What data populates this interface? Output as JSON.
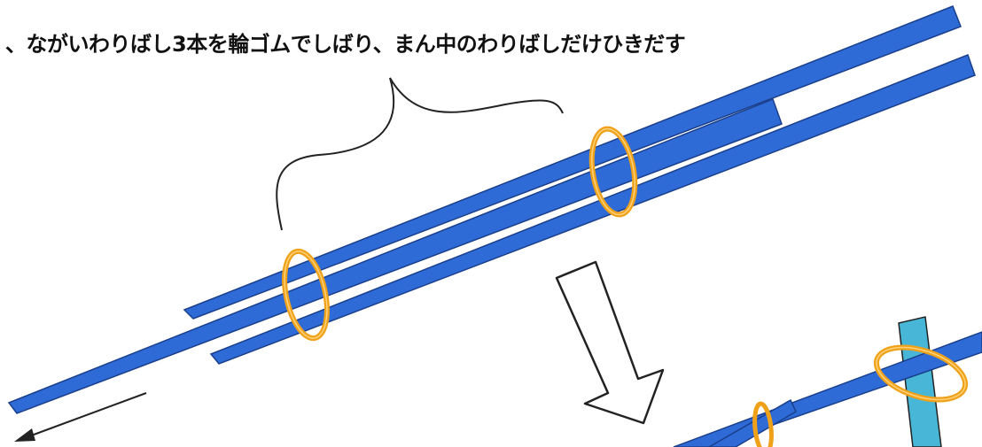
{
  "caption": "、ながいわりばし3本を輪ゴムでしばり、まん中のわりばしだけひきだす",
  "colors": {
    "chopstick": "#2f6bd6",
    "chopstick_edge": "#1a3f8c",
    "rubber_band": "#f0a11a",
    "rubber_band_highlight": "#ffd27a",
    "upright_stick": "#48b6d6",
    "outline": "#222222"
  },
  "icons": [
    "chopsticks-bundle",
    "rubber-band",
    "down-arrow",
    "pull-arrow",
    "brace"
  ]
}
